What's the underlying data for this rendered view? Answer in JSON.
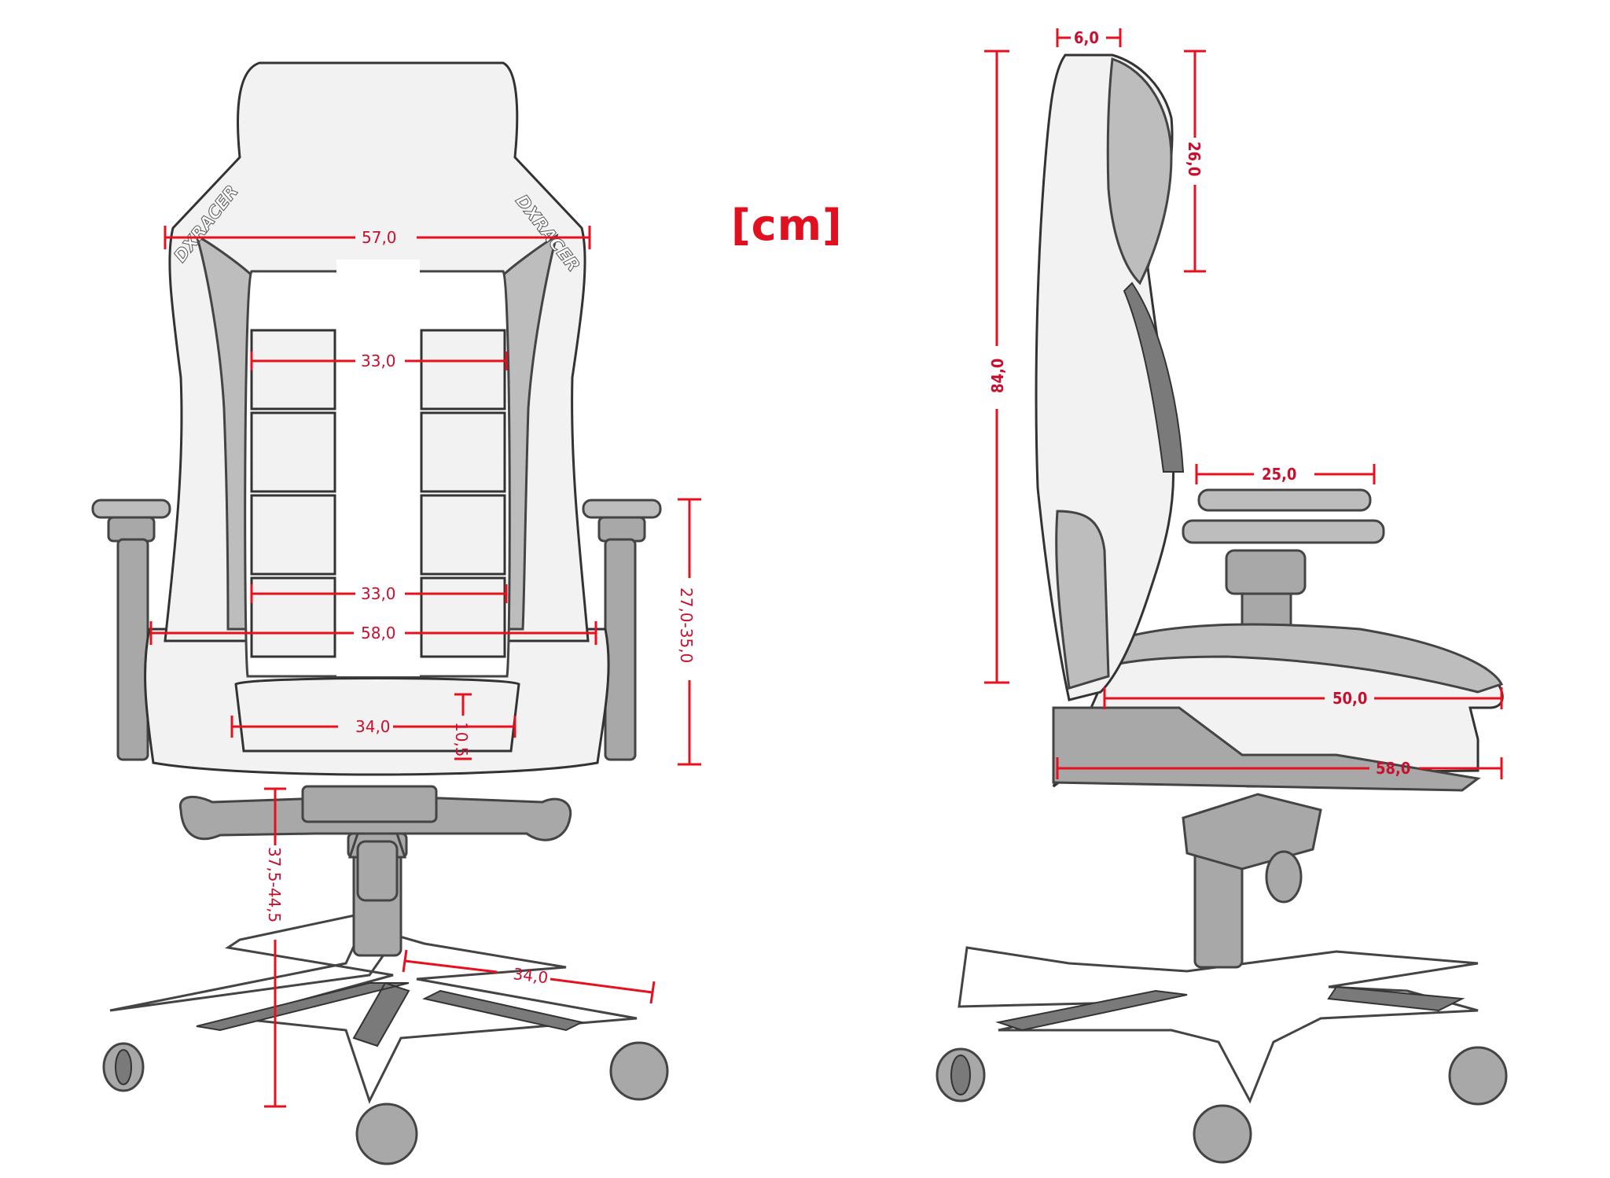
{
  "unit_label": "[cm]",
  "front_view": {
    "brand": "DXRACER",
    "dimensions": {
      "backrest_width": "57,0",
      "lumbar_width_top": "33,0",
      "lumbar_width_bottom": "33,0",
      "seat_width": "58,0",
      "seat_inner_width": "34,0",
      "seat_depth_side": "10,5",
      "armrest_height": "27,0-35,0",
      "seat_height": "37,5-44,5",
      "base_leg": "34,0"
    }
  },
  "side_view": {
    "dimensions": {
      "backrest_thickness": "6,0",
      "headrest_height": "26,0",
      "backrest_height": "84,0",
      "armrest_length": "25,0",
      "seat_depth": "50,0",
      "total_depth": "58,0"
    }
  },
  "colors": {
    "dimension": "#e8101e"
  }
}
